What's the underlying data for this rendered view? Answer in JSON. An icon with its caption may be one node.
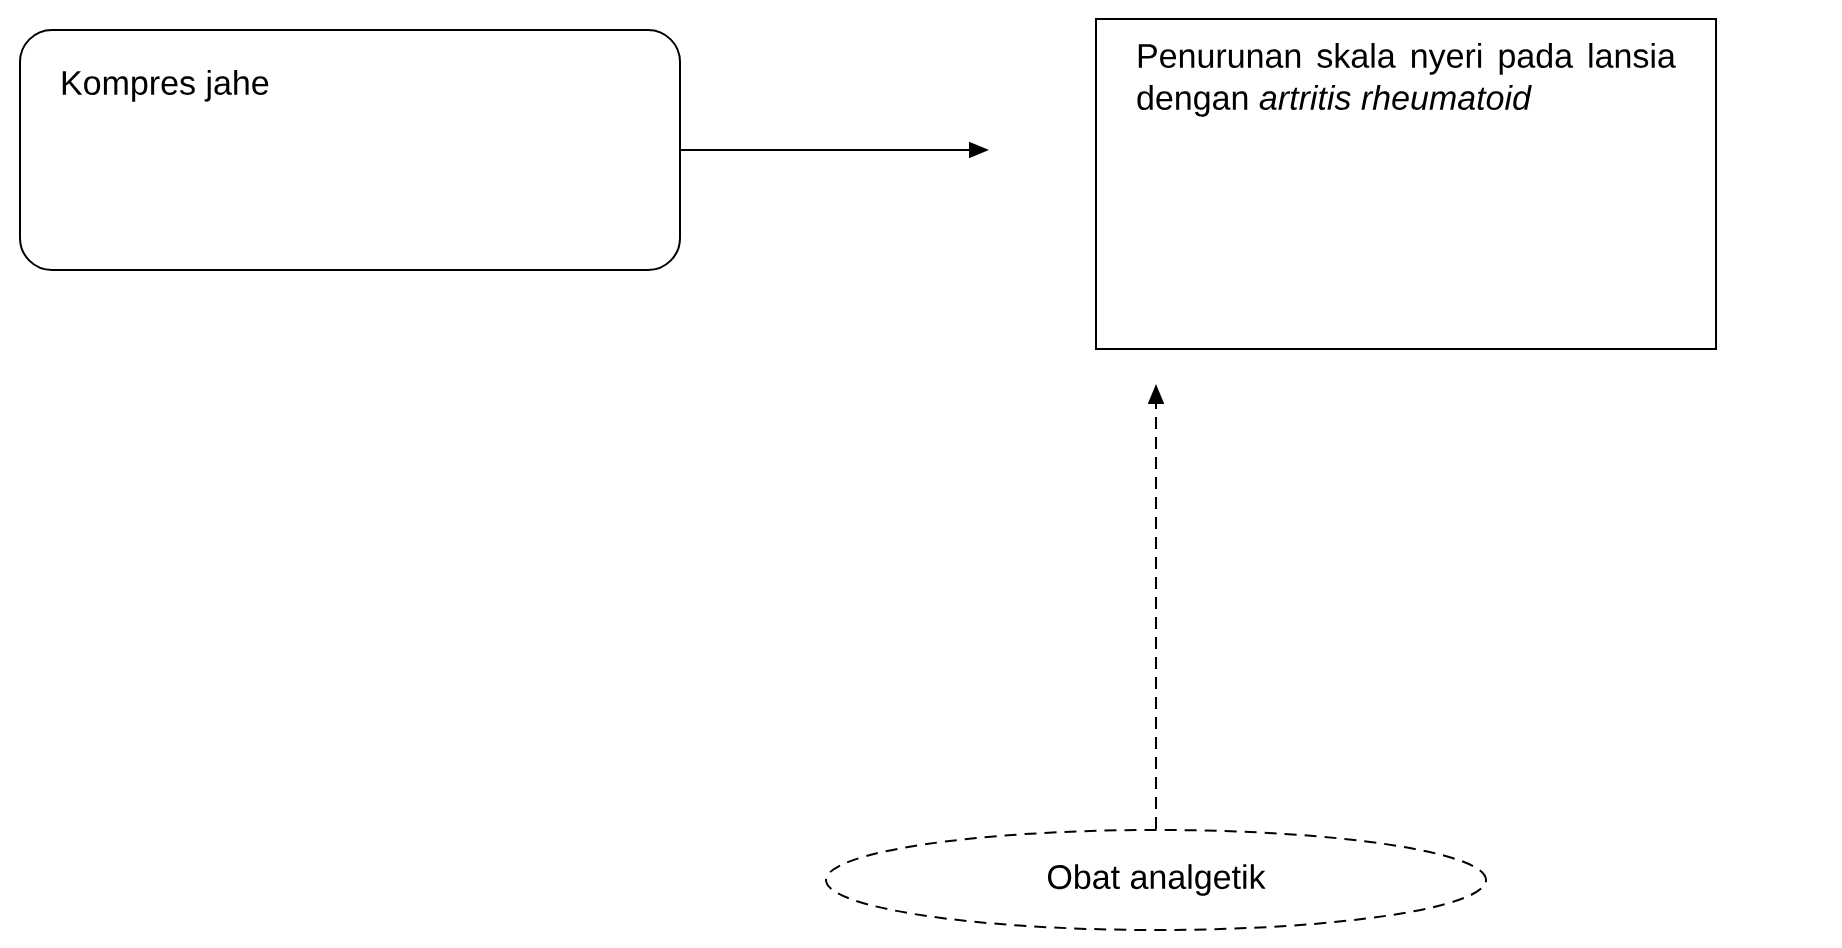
{
  "diagram": {
    "nodes": [
      {
        "text": [
          "Kompres jahe"
        ]
      },
      {
        "text": [
          "Penurunan skala nyeri pada lansia dengan *artritis rheumatoid*"
        ]
      },
      {
        "text": [
          "Obat analgetik"
        ]
      }
    ],
    "edges": [
      {
        "from": 0,
        "to": 1,
        "arrow": "to"
      },
      {
        "from": 2,
        "to": 1,
        "arrow": "to",
        "style": "dashed"
      }
    ]
  }
}
